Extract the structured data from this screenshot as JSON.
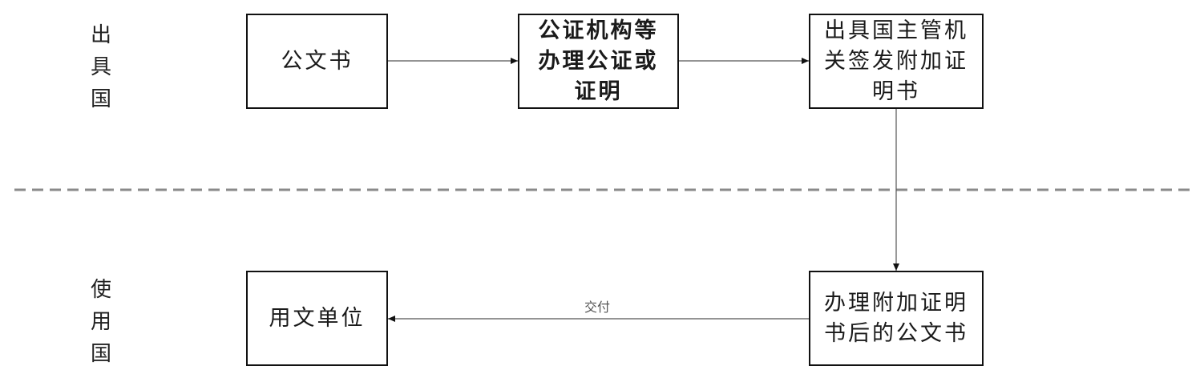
{
  "regions": {
    "top": [
      "出",
      "具",
      "国"
    ],
    "bottom": [
      "使",
      "用",
      "国"
    ]
  },
  "nodes": {
    "doc": "公文书",
    "notary": "公证机构等办理公证或证明",
    "authority": "出具国主管机关签发附加证明书",
    "processed": "办理附加证明书后的公文书",
    "user": "用文单位"
  },
  "edges": {
    "submit_label": "交付"
  },
  "colors": {
    "border": "#111111",
    "connector": "#555555",
    "divider": "#8a8a8a"
  }
}
